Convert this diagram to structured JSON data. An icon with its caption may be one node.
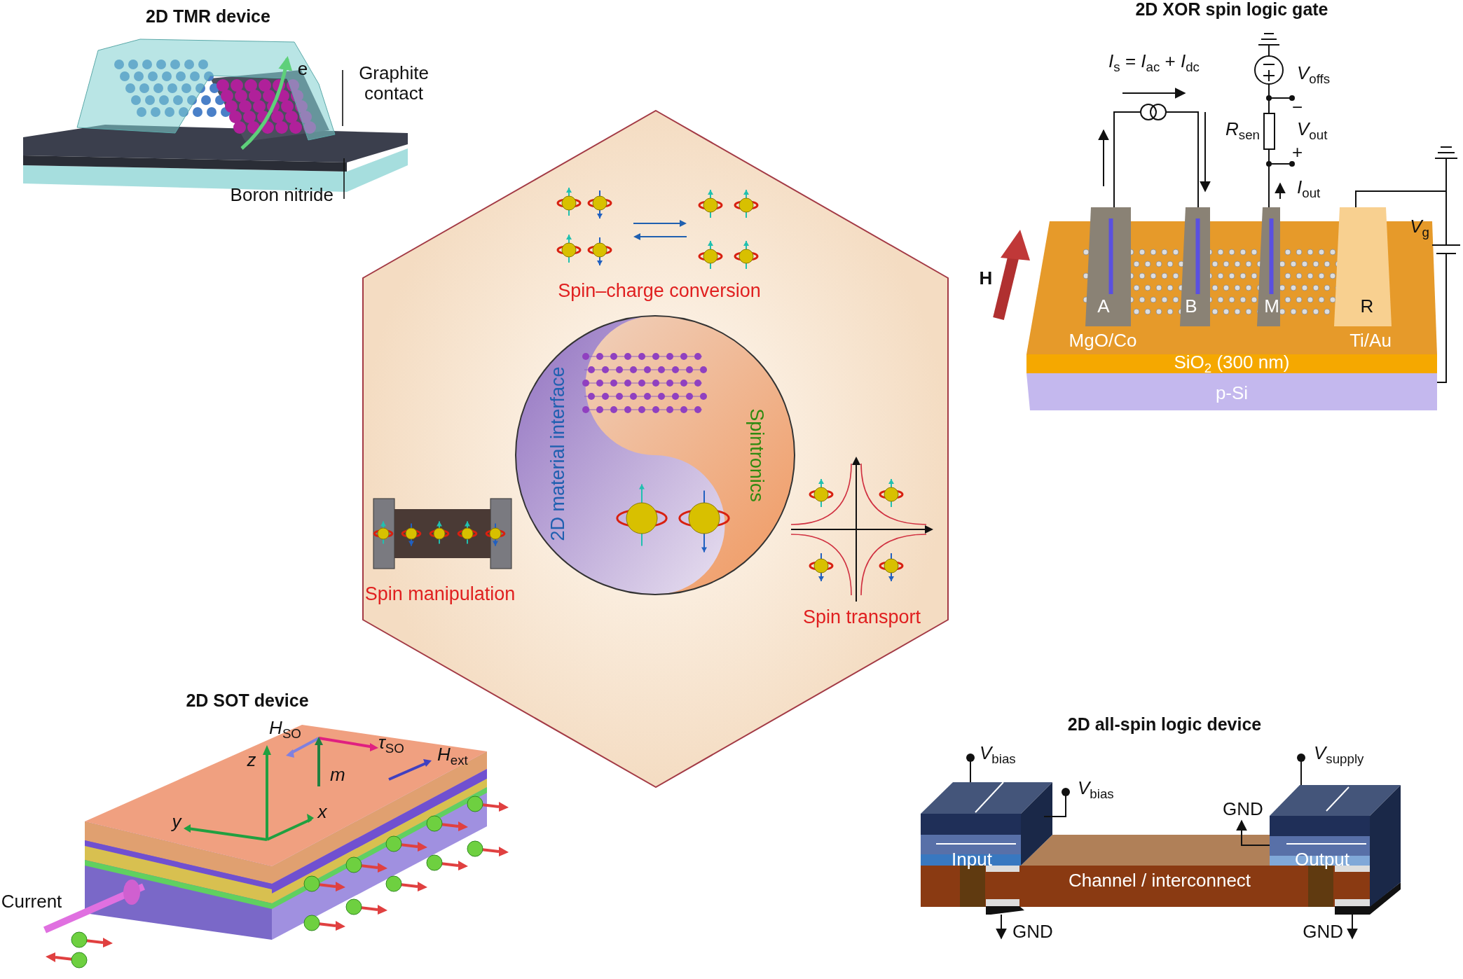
{
  "diagram": {
    "nodes": [
      {
        "text": [
          "Spin–charge conversion",
          "Spin manipulation",
          "Spin transport"
        ]
      },
      {
        "text": [
          "2D material interface",
          "Spintronics"
        ],
        "in": 0
      },
      {
        "text": [
          "Graphite contact"
        ]
      },
      {
        "text": [
          "Boron nitride"
        ]
      }
    ],
    "edges": [
      {
        "from": 2,
        "to": null,
        "arrow": "none"
      },
      {
        "from": 3,
        "to": null,
        "arrow": "none"
      }
    ],
    "labels": [
      "2D TMR device",
      "e",
      "2D XOR spin logic gate",
      "*I*$_{s}$ = *I*$_{ac}$ + *I*$_{dc}$",
      "*V*$_{offs}$",
      "−",
      "*R*$_{sen}$",
      "*V*$_{out}$",
      "+",
      "*I*$_{out}$",
      "*V*$_{g}$",
      "H",
      "A",
      "B",
      "M",
      "R",
      "MgO/Co",
      "Ti/Au",
      "SiO$_{2}$ (300 nm)",
      "p-Si",
      "2D SOT device",
      "*H*$_{SO}$",
      "*τ*$_{SO}$",
      "*H*$_{ext}$",
      "z",
      "m",
      "y",
      "x",
      "Current",
      "2D all-spin logic device",
      "*V*$_{bias}$",
      "*V*$_{bias}$",
      "GND",
      "*V*$_{supply}$",
      "Input",
      "Output",
      "Channel / interconnect",
      "GND",
      "GND"
    ]
  }
}
